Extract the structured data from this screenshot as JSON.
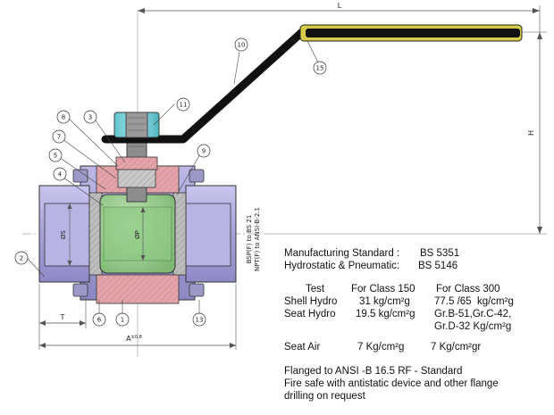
{
  "dimensions": {
    "length": "L",
    "height": "H",
    "thread_length": "T",
    "width_a": "A",
    "width_a_sup": "±0.8",
    "dia_s": "ØS",
    "dia_p": "ØP"
  },
  "thread_spec": {
    "line1": "BSP(F) to BS 21",
    "line2": "NPT(F) to ANSI-B-2.1"
  },
  "balloons": [
    "1",
    "2",
    "3",
    "4",
    "5",
    "6",
    "7",
    "8",
    "9",
    "10",
    "11",
    "13",
    "15"
  ],
  "specs": {
    "manufacturing_label": "Manufacturing Standard :",
    "manufacturing_value": "BS 5351",
    "hydrostatic_label": "Hydrostatic & Pneumatic:",
    "hydrostatic_value": "BS 5146",
    "table_headers": [
      "Test",
      "For Class 150",
      "For Class 300"
    ],
    "rows": [
      {
        "test": "Shell Hydro",
        "class150": "31 kg/cm²g",
        "class300": "77.5 /65  kg/cm²g"
      },
      {
        "test": "Seat Hydro",
        "class150": "19.5 kg/cm²g",
        "class300": "Gr.B-51,Gr.C-42,"
      },
      {
        "test": "",
        "class150": "",
        "class300": "Gr.D-32 Kg/cm²g"
      },
      {
        "test": "Seat Air",
        "class150": "7 Kg/cm²g",
        "class300": "7 Kg/cm²gr"
      }
    ],
    "note1": "Flanged to ANSI -B 16.5 RF - Standard",
    "note2": "Fire safe with antistatic device and other flange",
    "note3": "drilling on request"
  },
  "colors": {
    "body": "#a8a3d6",
    "ball": "#9ccf93",
    "seat": "#e4a3a8",
    "stem": "#8a8a8a",
    "gland_nut": "#7fd6df",
    "handle": "#111111",
    "grip": "#d7cc4a",
    "dim_line": "#555555"
  }
}
